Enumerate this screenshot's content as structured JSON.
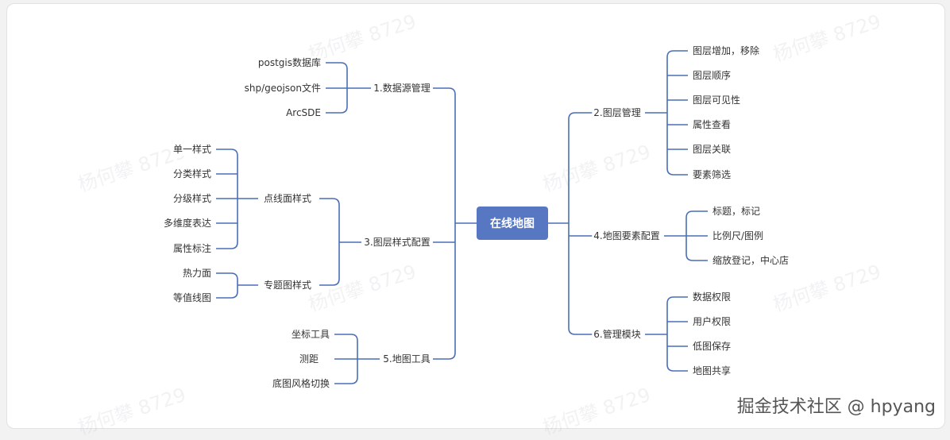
{
  "root": "在线地图",
  "colors": {
    "line": "#4a6fb5",
    "root_bg": "#5877c2"
  },
  "left": {
    "b1": {
      "label": "1.数据源管理",
      "children": [
        "postgis数据库",
        "shp/geojson文件",
        "ArcSDE"
      ]
    },
    "b3": {
      "label": "3.图层样式配置",
      "sub1": {
        "label": "点线面样式",
        "children": [
          "单一样式",
          "分类样式",
          "分级样式",
          "多维度表达",
          "属性标注"
        ]
      },
      "sub2": {
        "label": "专题图样式",
        "children": [
          "热力面",
          "等值线图"
        ]
      }
    },
    "b5": {
      "label": "5.地图工具",
      "children": [
        "坐标工具",
        "测距",
        "底图风格切换"
      ]
    }
  },
  "right": {
    "b2": {
      "label": "2.图层管理",
      "children": [
        "图层增加，移除",
        "图层顺序",
        "图层可见性",
        "属性查看",
        "图层关联",
        "要素筛选"
      ]
    },
    "b4": {
      "label": "4.地图要素配置",
      "children": [
        "标题，标记",
        "比例尺/图例",
        "缩放登记，中心店"
      ]
    },
    "b6": {
      "label": "6.管理模块",
      "children": [
        "数据权限",
        "用户权限",
        "低图保存",
        "地图共享"
      ]
    }
  },
  "watermark": "杨何攀 8729",
  "brand": "掘金技术社区 @ hpyang"
}
